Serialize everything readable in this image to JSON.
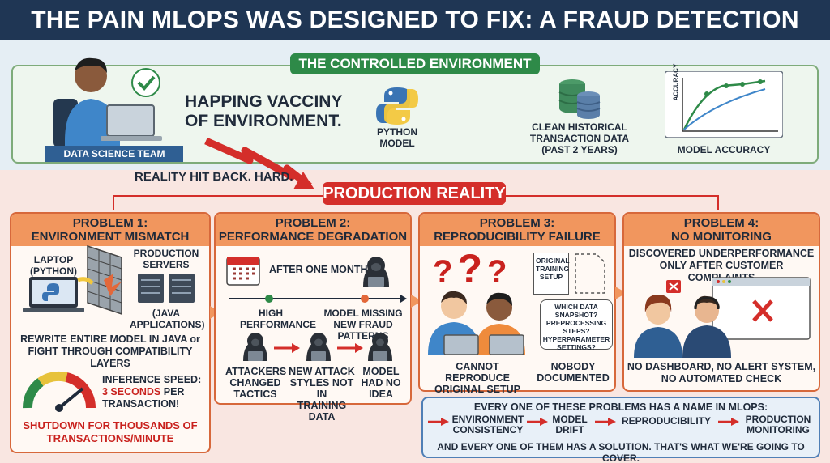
{
  "header": {
    "title": "THE PAIN MLOPS WAS DESIGNED TO FIX: A FRAUD DETECTION STORY"
  },
  "controlled": {
    "title": "THE CONTROLLED ENVIRONMENT",
    "team_label": "DATA SCIENCE TEAM",
    "tagline_1": "HAPPING VACCINY",
    "tagline_2": "OF ENVIRONMENT.",
    "python_label_1": "PYTHON",
    "python_label_2": "MODEL",
    "data_label_1": "CLEAN HISTORICAL",
    "data_label_2": "TRANSACTION DATA",
    "data_label_3": "(PAST 2 YEARS)",
    "chart_axis": "ACCURACY",
    "chart_label": "MODEL ACCURACY"
  },
  "transition": {
    "reality_text": "REALITY HIT BACK. HARD."
  },
  "production": {
    "title": "PRODUCTION REALITY",
    "p1": {
      "h1": "PROBLEM 1:",
      "h2": "ENVIRONMENT MISMATCH",
      "laptop_1": "LAPTOP",
      "laptop_2": "(PYTHON)",
      "servers_1": "PRODUCTION",
      "servers_2": "SERVERS",
      "java_1": "(JAVA",
      "java_2": "APPLICATIONS)",
      "rewrite_1": "REWRITE ENTIRE MODEL IN JAVA or",
      "rewrite_2": "FIGHT THROUGH COMPATIBILITY LAYERS",
      "speed_1": "INFERENCE SPEED:",
      "speed_2": "3 SECONDS",
      "speed_3": "PER",
      "speed_4": "TRANSACTION!",
      "shutdown_1": "SHUTDOWN FOR THOUSANDS OF",
      "shutdown_2": "TRANSACTIONS/MINUTE"
    },
    "p2": {
      "h1": "PROBLEM 2:",
      "h2": "PERFORMANCE DEGRADATION",
      "after": "AFTER ONE MONTH",
      "high_1": "HIGH",
      "high_2": "PERFORMANCE",
      "missing_1": "MODEL MISSING",
      "missing_2": "NEW FRAUD PATTERNS",
      "a1_1": "ATTACKERS",
      "a1_2": "CHANGED",
      "a1_3": "TACTICS",
      "a2_1": "NEW ATTACK",
      "a2_2": "STYLES NOT IN",
      "a2_3": "TRAINING DATA",
      "a3_1": "MODEL",
      "a3_2": "HAD NO",
      "a3_3": "IDEA"
    },
    "p3": {
      "h1": "PROBLEM 3:",
      "h2": "REPRODUCIBILITY FAILURE",
      "doc_1": "ORIGINAL",
      "doc_2": "TRAINING",
      "doc_3": "SETUP",
      "q_1": "WHICH DATA",
      "q_2": "SNAPSHOT?",
      "q_3": "PREPROCESSING",
      "q_4": "STEPS?",
      "q_5": "HYPERPARAMETER",
      "q_6": "SETTINGS?",
      "cannot_1": "CANNOT REPRODUCE",
      "cannot_2": "ORIGINAL SETUP",
      "nobody_1": "NOBODY",
      "nobody_2": "DOCUMENTED"
    },
    "p4": {
      "h1": "PROBLEM 4:",
      "h2": "NO MONITORING",
      "disc_1": "DISCOVERED UNDERPERFORMANCE",
      "disc_2": "ONLY AFTER CUSTOMER COMPLAINTS",
      "no_1": "NO DASHBOARD, NO ALERT SYSTEM,",
      "no_2": "NO AUTOMATED CHECK"
    }
  },
  "summary": {
    "line1": "EVERY ONE OF THESE PROBLEMS HAS A NAME IN MLOPS:",
    "t1_1": "ENVIRONMENT",
    "t1_2": "CONSISTENCY",
    "t2_1": "MODEL",
    "t2_2": "DRIFT",
    "t3": "REPRODUCIBILITY",
    "t4_1": "PRODUCTION",
    "t4_2": "MONITORING",
    "line2": "AND EVERY ONE OF THEM HAS A SOLUTION. THAT'S WHAT WE'RE GOING TO COVER."
  },
  "colors": {
    "navy": "#1f3654",
    "green": "#2e8a48",
    "red": "#d42e2a",
    "orange": "#f1965e"
  }
}
